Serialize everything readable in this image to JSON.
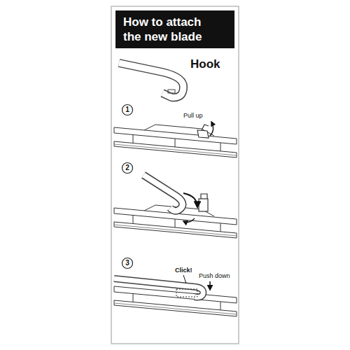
{
  "diagram": {
    "title": "How to attach the new blade",
    "labels": [
      "Hook",
      "1",
      "2",
      "3",
      "Pull up",
      "Click!",
      "Push down"
    ]
  }
}
